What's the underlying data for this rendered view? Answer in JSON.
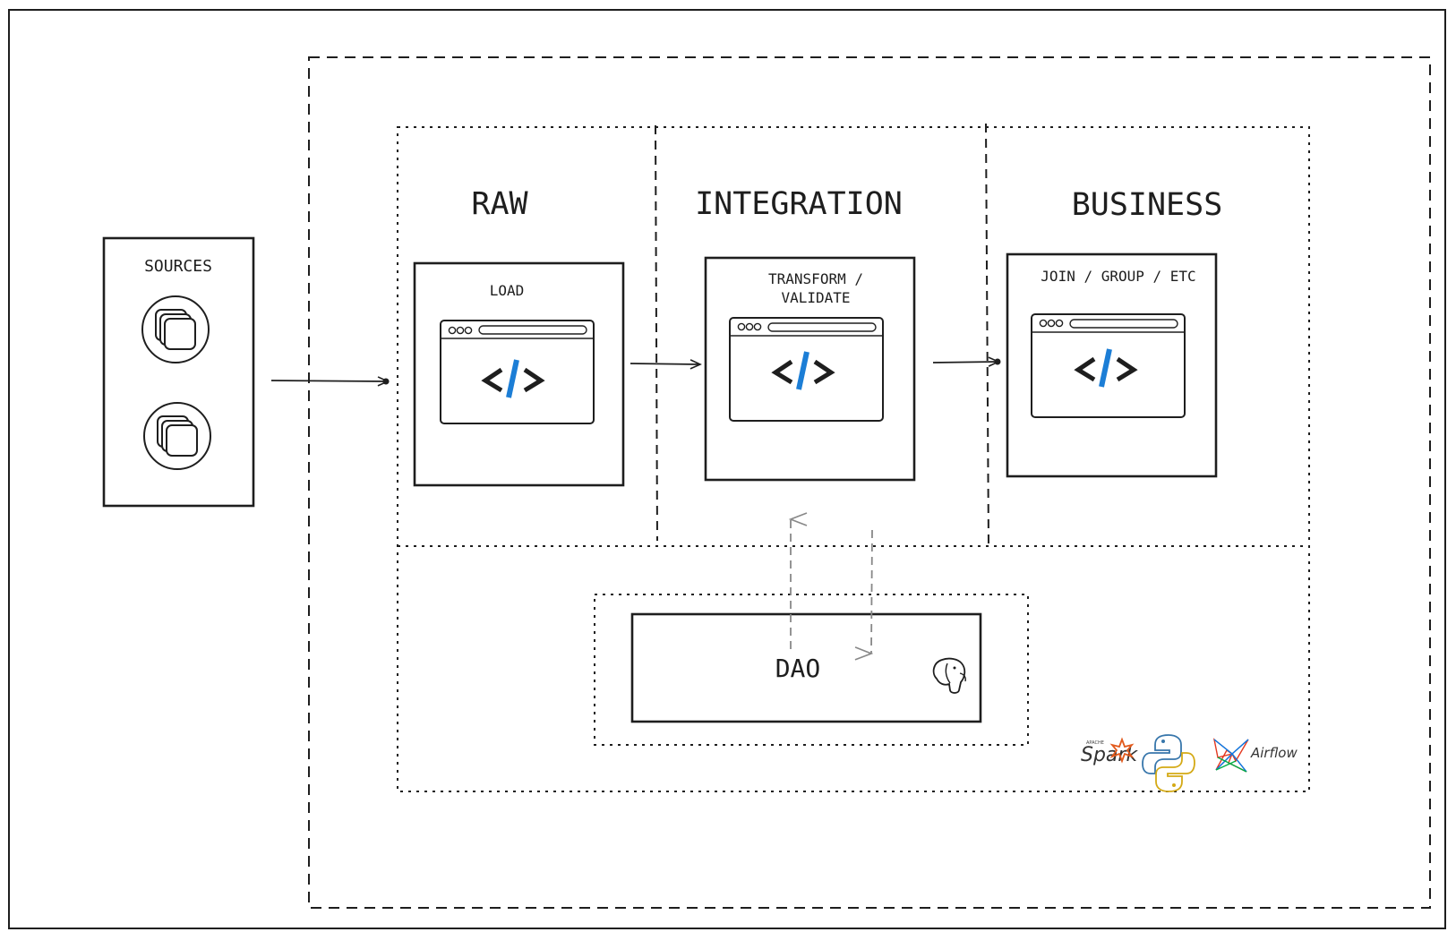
{
  "sources": {
    "label": "SOURCES",
    "items": [
      {
        "icon": "stacked-squares-icon"
      },
      {
        "icon": "stacked-squares-icon"
      }
    ]
  },
  "stages": [
    {
      "title": "RAW",
      "card_label_lines": [
        "LOAD"
      ],
      "icon": "code-window-icon"
    },
    {
      "title": "INTEGRATION",
      "card_label_lines": [
        "TRANSFORM /",
        "VALIDATE"
      ],
      "icon": "code-window-icon"
    },
    {
      "title": "BUSINESS",
      "card_label_lines": [
        "JOIN / GROUP / ETC"
      ],
      "icon": "code-window-icon"
    }
  ],
  "dao": {
    "label": "DAO",
    "icon": "postgresql-elephant-icon"
  },
  "tech_logos": [
    {
      "name": "spark-logo",
      "text": "Spark",
      "small_text": "APACHE",
      "color": "#e25a1c"
    },
    {
      "name": "python-logo",
      "color": "#3776ab"
    },
    {
      "name": "airflow-logo",
      "text": "Airflow",
      "color": "#017cee"
    }
  ],
  "colors": {
    "stroke": "#1e1e1e",
    "code_slash": "#1c7ed6",
    "dashed_arrow": "#888888"
  }
}
